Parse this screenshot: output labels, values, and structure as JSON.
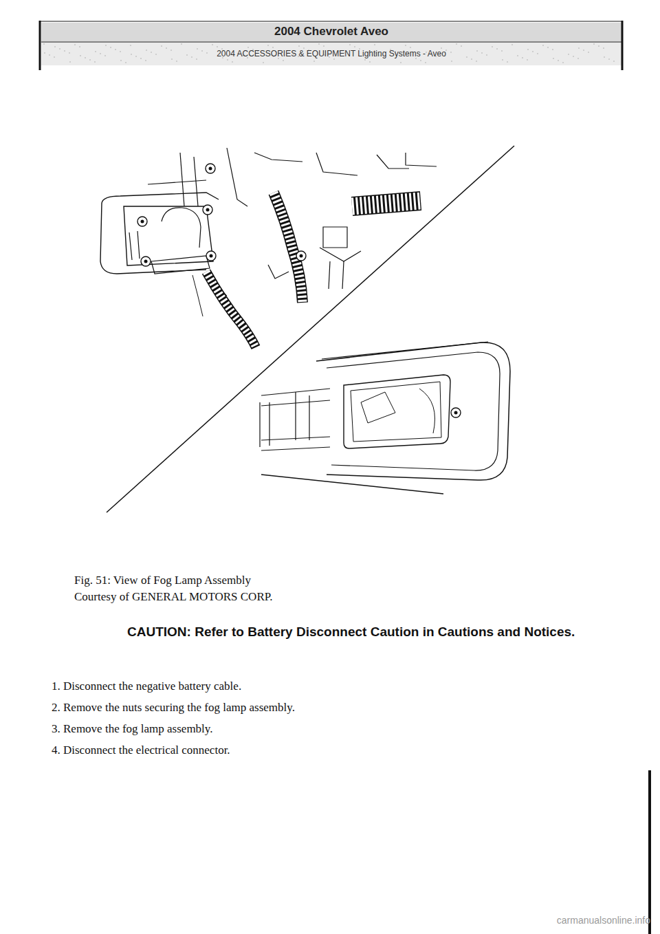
{
  "diagram": {
    "title": "2004 Chevrolet Aveo",
    "caption": "Fig. 51: View of Fog Lamp Assembly",
    "labels": [
      "2004 ACCESSORIES & EQUIPMENT Lighting Systems - Aveo",
      "Courtesy of GENERAL MOTORS CORP.",
      "CAUTION: Refer to Battery Disconnect Caution in Cautions and Notices.",
      "1. Disconnect the negative battery cable.",
      "2. Remove the nuts securing the fog lamp assembly.",
      "3. Remove the fog lamp assembly.",
      "4. Disconnect the electrical connector.",
      "carmanualsonline.info"
    ]
  }
}
